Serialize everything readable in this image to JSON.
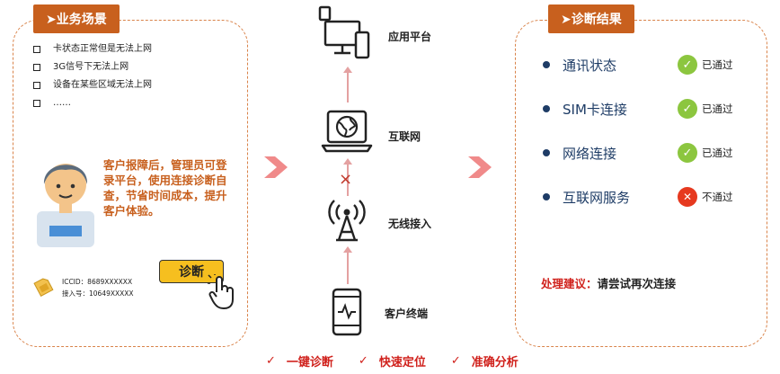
{
  "left_panel": {
    "title": "➤业务场景",
    "scenarios": [
      "卡状态正常但是无法上网",
      "3G信号下无法上网",
      "设备在某些区域无法上网",
      "……"
    ],
    "description": "客户报障后，管理员可登录平台，使用连接诊断自查，节省时间成本，提升客户体验。",
    "iccid": "ICCID：8689XXXXXX",
    "access_number": "接入号：10649XXXXX",
    "diagnose_button": "诊断"
  },
  "flow": {
    "nodes": [
      {
        "label": "应用平台",
        "icon": "computer-devices-icon"
      },
      {
        "label": "互联网",
        "icon": "globe-laptop-icon"
      },
      {
        "label": "无线接入",
        "icon": "signal-tower-icon"
      },
      {
        "label": "客户终端",
        "icon": "mobile-phone-icon"
      }
    ],
    "broken_link_mark": "×"
  },
  "right_panel": {
    "title": "➤诊断结果",
    "results": [
      {
        "name": "通讯状态",
        "status": "已通过",
        "pass": true
      },
      {
        "name": "SIM卡连接",
        "status": "已通过",
        "pass": true
      },
      {
        "name": "网络连接",
        "status": "已通过",
        "pass": true
      },
      {
        "name": "互联网服务",
        "status": "不通过",
        "pass": false
      }
    ],
    "advice_label": "处理建议：",
    "advice_text": "请尝试再次连接"
  },
  "features": [
    {
      "check": "✓",
      "label": "一键诊断"
    },
    {
      "check": "✓",
      "label": "快速定位"
    },
    {
      "check": "✓",
      "label": "准确分析"
    }
  ],
  "colors": {
    "accent_orange": "#c8601e",
    "button_yellow": "#f6bf1f",
    "result_blue": "#1e3c66",
    "pass_green": "#8cc63f",
    "fail_red": "#e6391f",
    "feature_red": "#d0211c",
    "arrow_pink": "#f08a8a"
  }
}
